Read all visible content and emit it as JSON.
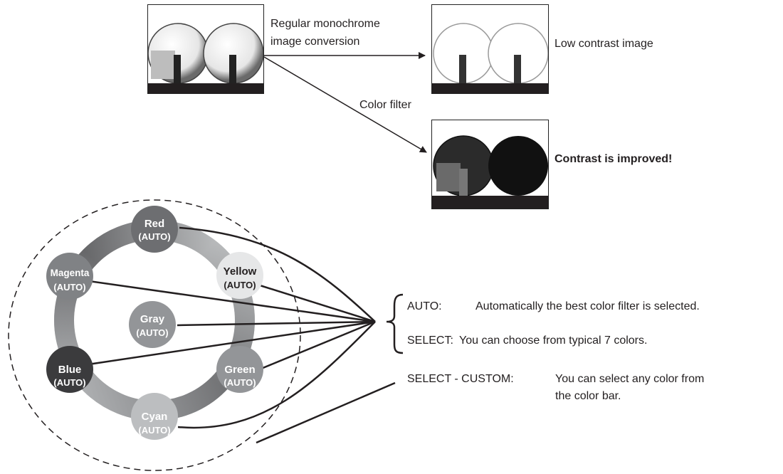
{
  "top": {
    "arrow1_label_line1": "Regular monochrome",
    "arrow1_label_line2": "image conversion",
    "arrow2_label": "Color filter",
    "result1_label": "Low contrast image",
    "result2_label": "Contrast is improved!"
  },
  "wheel": {
    "nodes": [
      {
        "name": "Red",
        "mode": "(AUTO)",
        "fill": "#6d6e71",
        "text_color": "#ffffff"
      },
      {
        "name": "Yellow",
        "mode": "(AUTO)",
        "fill": "#e6e7e8",
        "text_color": "#231f20"
      },
      {
        "name": "Green",
        "mode": "(AUTO)",
        "fill": "#939598",
        "text_color": "#ffffff"
      },
      {
        "name": "Cyan",
        "mode": "(AUTO)",
        "fill": "#bcbec0",
        "text_color": "#ffffff"
      },
      {
        "name": "Blue",
        "mode": "(AUTO)",
        "fill": "#3b3b3d",
        "text_color": "#ffffff"
      },
      {
        "name": "Magenta",
        "mode": "(AUTO)",
        "fill": "#808285",
        "text_color": "#ffffff"
      },
      {
        "name": "Gray",
        "mode": "(AUTO)",
        "fill": "#939598",
        "text_color": "#ffffff"
      }
    ]
  },
  "legend": {
    "auto_key": "AUTO:",
    "auto_desc": "Automatically the best color filter is selected.",
    "select_key": "SELECT:",
    "select_desc": "You can choose from typical 7 colors.",
    "custom_key": "SELECT - CUSTOM:",
    "custom_desc_line1": "You can select any color from",
    "custom_desc_line2": "the color bar."
  },
  "colors": {
    "ink": "#231f20",
    "dark_base": "#231f20"
  }
}
